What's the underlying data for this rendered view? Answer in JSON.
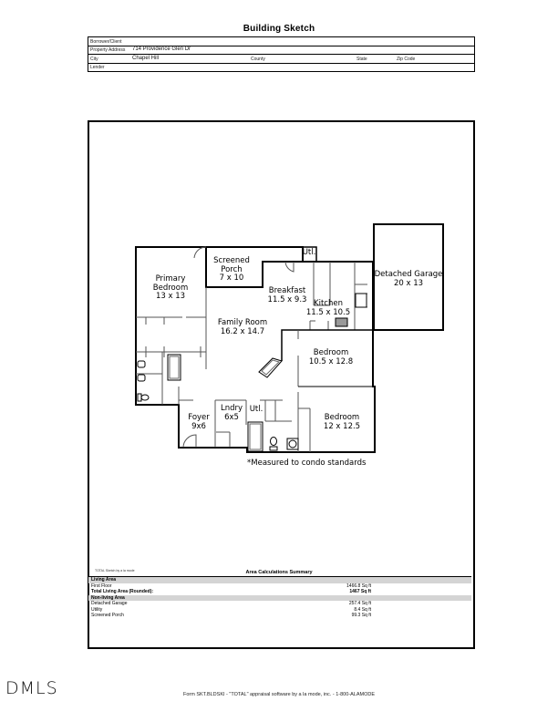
{
  "document": {
    "title": "Building Sketch"
  },
  "header_fields": {
    "borrower_label": "Borrower/Client",
    "borrower_value": "",
    "address_label": "Property Address",
    "address_value": "714 Providence Glen Dr",
    "city_label": "City",
    "city_value": "Chapel Hill",
    "county_label": "County",
    "state_label": "State",
    "zip_label": "Zip Code",
    "lender_label": "Lender"
  },
  "rooms": [
    {
      "name": "Primary",
      "name2": "Bedroom",
      "dims": "13 x 13"
    },
    {
      "name": "Screened",
      "name2": "Porch",
      "dims": "7 x 10"
    },
    {
      "name": "Utl.",
      "dims": ""
    },
    {
      "name": "Breakfast",
      "dims": "11.5 x 9.3"
    },
    {
      "name": "Kitchen",
      "dims": "11.5 x 10.5"
    },
    {
      "name": "Family Room",
      "dims": "16.2 x 14.7"
    },
    {
      "name": "Bedroom",
      "dims": "10.5 x 12.8"
    },
    {
      "name": "Foyer",
      "dims": "9x6"
    },
    {
      "name": "Lndry",
      "dims": "6x5"
    },
    {
      "name": "Utl.",
      "dims": ""
    },
    {
      "name": "Bedroom",
      "dims": "12 x 12.5"
    },
    {
      "name": "Detached Garage",
      "dims": "20 x 13"
    }
  ],
  "note": "*Measured to condo standards",
  "sketch_credit": "TOTAL Sketch by a la mode",
  "area_summary": {
    "title": "Area Calculations Summary",
    "living_header": "Living Area",
    "first_floor_label": "First Floor",
    "first_floor_value": "1466.8 Sq ft",
    "total_label": "Total Living Area (Rounded):",
    "total_value": "1467 Sq ft",
    "nonliving_header": "Non-living Area",
    "items": [
      {
        "label": "Detached Garage",
        "value": "257.4 Sq ft"
      },
      {
        "label": "Utility",
        "value": "8.4 Sq ft"
      },
      {
        "label": "Screened Porch",
        "value": "99.3 Sq ft"
      }
    ]
  },
  "brand": "DMLS",
  "footer": "Form SKT.BLDSKI - \"TOTAL\" appraisal software by a la mode, inc. - 1-800-ALAMODE"
}
